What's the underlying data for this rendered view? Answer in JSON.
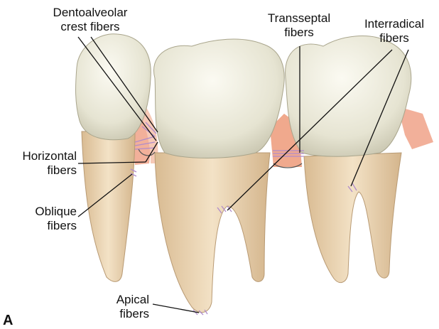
{
  "labels": {
    "dentoalveolar": [
      "Dentoalveolar",
      "crest fibers"
    ],
    "transseptal": [
      "Transseptal",
      "fibers"
    ],
    "interradical": [
      "Interradical",
      "fibers"
    ],
    "horizontal": [
      "Horizontal",
      "fibers"
    ],
    "oblique": [
      "Oblique",
      "fibers"
    ],
    "apical": [
      "Apical",
      "fibers"
    ]
  },
  "corner_letter": "A",
  "colors": {
    "enamel": "#ecebdc",
    "root": "#ecd7b6",
    "gingiva": "#f4b9a4",
    "fibers": "#b491c8",
    "bone": "#f0c7a0"
  }
}
